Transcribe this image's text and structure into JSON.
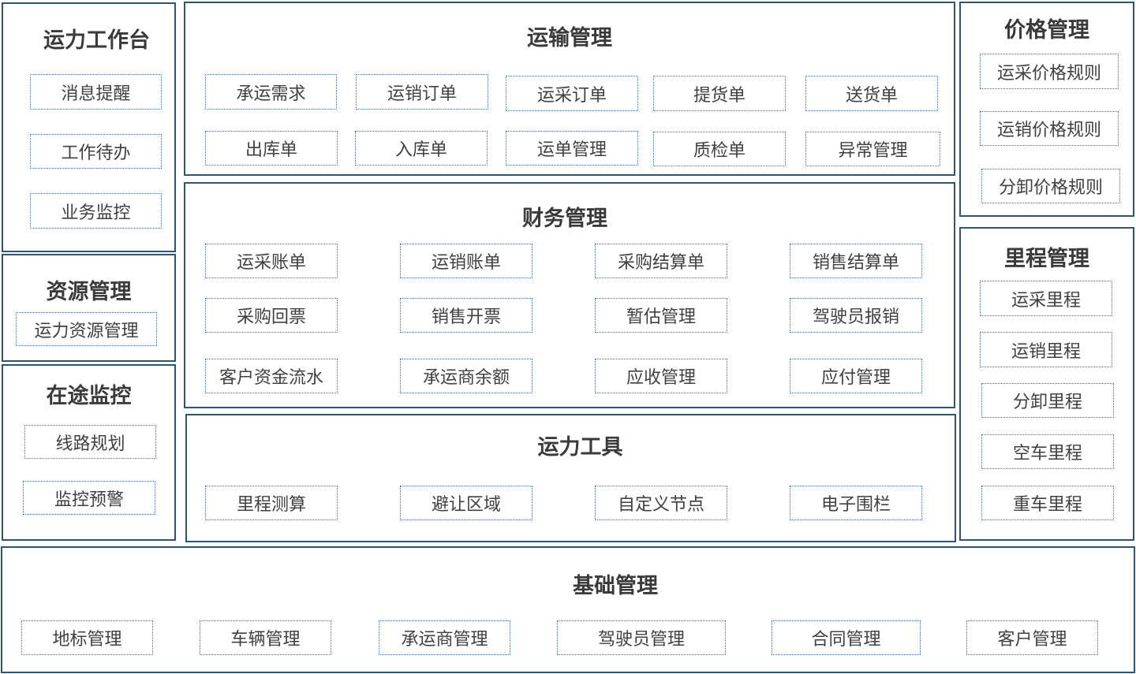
{
  "workbench": {
    "title": "运力工作台",
    "items": [
      "消息提醒",
      "工作待办",
      "业务监控"
    ]
  },
  "resource": {
    "title": "资源管理",
    "items": [
      "运力资源管理"
    ]
  },
  "monitor": {
    "title": "在途监控",
    "items": [
      "线路规划",
      "监控预警"
    ]
  },
  "transport": {
    "title": "运输管理",
    "items": [
      "承运需求",
      "运销订单",
      "运采订单",
      "提货单",
      "送货单",
      "出库单",
      "入库单",
      "运单管理",
      "质检单",
      "异常管理"
    ]
  },
  "finance": {
    "title": "财务管理",
    "items": [
      "运采账单",
      "运销账单",
      "采购结算单",
      "销售结算单",
      "采购回票",
      "销售开票",
      "暂估管理",
      "驾驶员报销",
      "客户资金流水",
      "承运商余额",
      "应收管理",
      "应付管理"
    ]
  },
  "tools": {
    "title": "运力工具",
    "items": [
      "里程测算",
      "避让区域",
      "自定义节点",
      "电子围栏"
    ]
  },
  "price": {
    "title": "价格管理",
    "items": [
      "运采价格规则",
      "运销价格规则",
      "分卸价格规则"
    ]
  },
  "mileage": {
    "title": "里程管理",
    "items": [
      "运采里程",
      "运销里程",
      "分卸里程",
      "空车里程",
      "重车里程"
    ]
  },
  "base": {
    "title": "基础管理",
    "items": [
      "地标管理",
      "车辆管理",
      "承运商管理",
      "驾驶员管理",
      "合同管理",
      "客户管理"
    ]
  }
}
